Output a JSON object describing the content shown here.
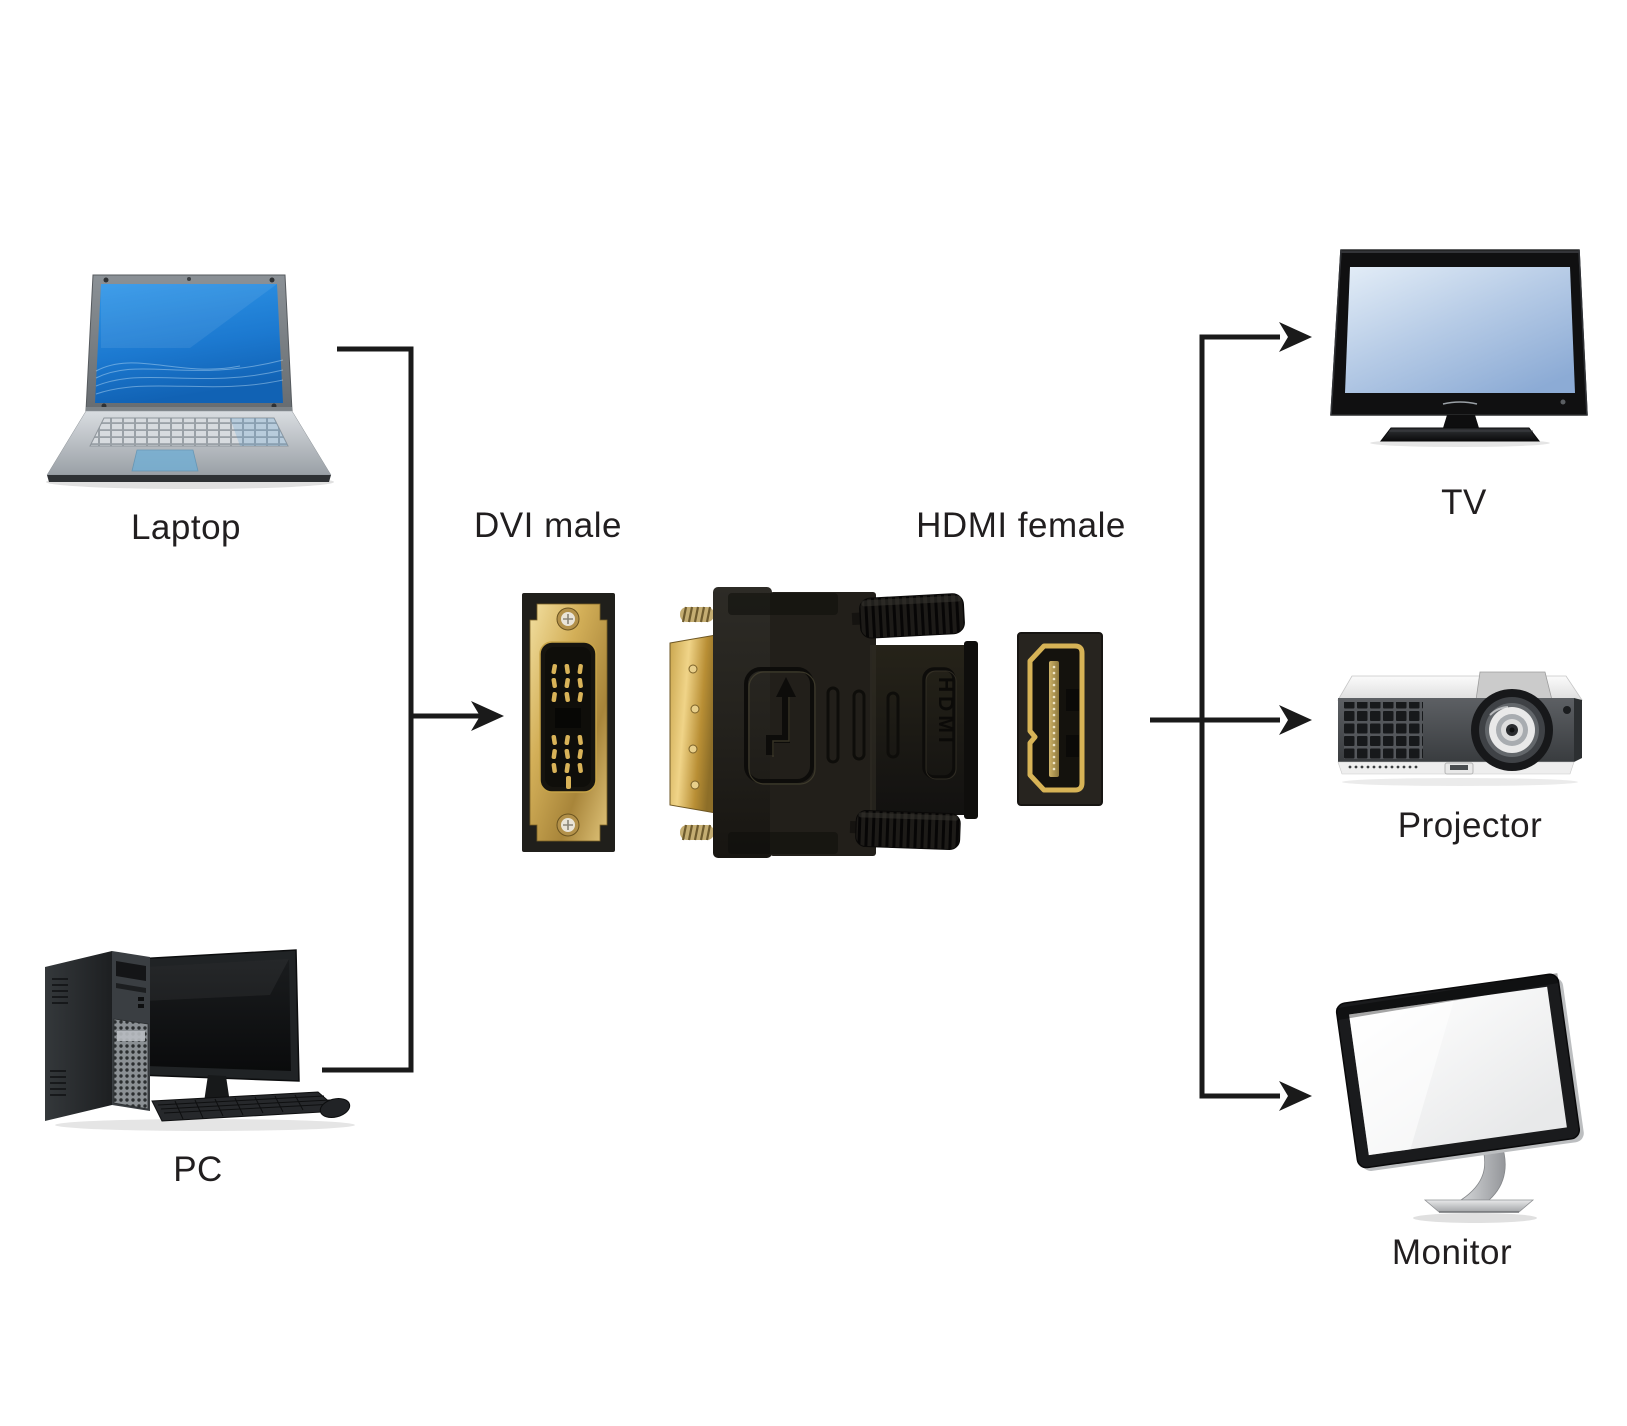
{
  "diagram": {
    "background_color": "#ffffff",
    "connector_color": "#1a1a1a",
    "text_color": "#211e1f",
    "sources": [
      {
        "id": "laptop",
        "label": "Laptop"
      },
      {
        "id": "pc",
        "label": "PC"
      }
    ],
    "adapter": {
      "left_connector_label": "DVI male",
      "right_connector_label": "HDMI female",
      "embossed_text": "HDMI",
      "gold_color": "#d2ab52",
      "body_color": "#221f1b"
    },
    "targets": [
      {
        "id": "tv",
        "label": "TV"
      },
      {
        "id": "projector",
        "label": "Projector"
      },
      {
        "id": "monitor",
        "label": "Monitor"
      }
    ]
  }
}
